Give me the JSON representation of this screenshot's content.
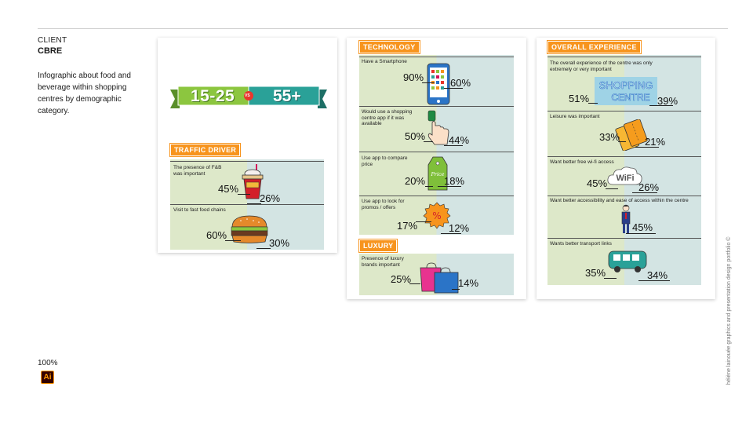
{
  "sidebar": {
    "label": "CLIENT",
    "client": "CBRE",
    "description": "Infographic about food and beverage within shopping centres by demographic category."
  },
  "status": {
    "zoom": "100%",
    "app_badge": "Ai"
  },
  "credit": "hélène lainouée graphics and presentation design portfolio ©",
  "colors": {
    "accent": "#f7941d",
    "young": "#8cc63f",
    "old": "#2aa198"
  },
  "header_banner": {
    "young_label": "15-25",
    "vs": "VS",
    "old_label": "55+"
  },
  "sections": {
    "traffic_driver": {
      "title": "TRAFFIC DRIVER",
      "items": [
        {
          "label": "The presence of F&B was important",
          "young": "45%",
          "old": "26%",
          "icon": "milkshake-icon"
        },
        {
          "label": "Visit to fast food chains",
          "young": "60%",
          "old": "30%",
          "icon": "burger-icon"
        }
      ]
    },
    "technology": {
      "title": "TECHNOLOGY",
      "items": [
        {
          "label": "Have a Smartphone",
          "young": "90%",
          "old": "60%",
          "icon": "smartphone-icon"
        },
        {
          "label": "Would use a shopping centre app if it was available",
          "young": "50%",
          "old": "44%",
          "icon": "finger-tap-icon"
        },
        {
          "label": "Use app to compare price",
          "young": "20%",
          "old": "18%",
          "icon": "price-tag-icon",
          "icon_text": "Price"
        },
        {
          "label": "Use app to look for promos / offers",
          "young": "17%",
          "old": "12%",
          "icon": "promo-badge-icon",
          "icon_text": "%"
        }
      ]
    },
    "luxury": {
      "title": "LUXURY",
      "items": [
        {
          "label": "Presence of luxury brands important",
          "young": "25%",
          "old": "14%",
          "icon": "shopping-bags-icon"
        }
      ]
    },
    "overall_experience": {
      "title": "OVERALL EXPERIENCE",
      "items": [
        {
          "label": "The overall experience of the centre was only extremely or very important",
          "young": "51%",
          "old": "39%",
          "icon": "shopping-centre-sign-icon",
          "icon_text_1": "SHOPPING",
          "icon_text_2": "CENTRE"
        },
        {
          "label": "Leisure was important",
          "young": "33%",
          "old": "21%",
          "icon": "tickets-icon"
        },
        {
          "label": "Want better free wi-fi access",
          "young": "45%",
          "old": "26%",
          "icon": "wifi-cloud-icon",
          "icon_text": "WiFi"
        },
        {
          "label": "Want better accessibility and ease of access within the centre",
          "young": "",
          "old": "45%",
          "icon": "person-icon"
        },
        {
          "label": "Wants better transport links",
          "young": "35%",
          "old": "34%",
          "icon": "bus-icon"
        }
      ]
    }
  }
}
